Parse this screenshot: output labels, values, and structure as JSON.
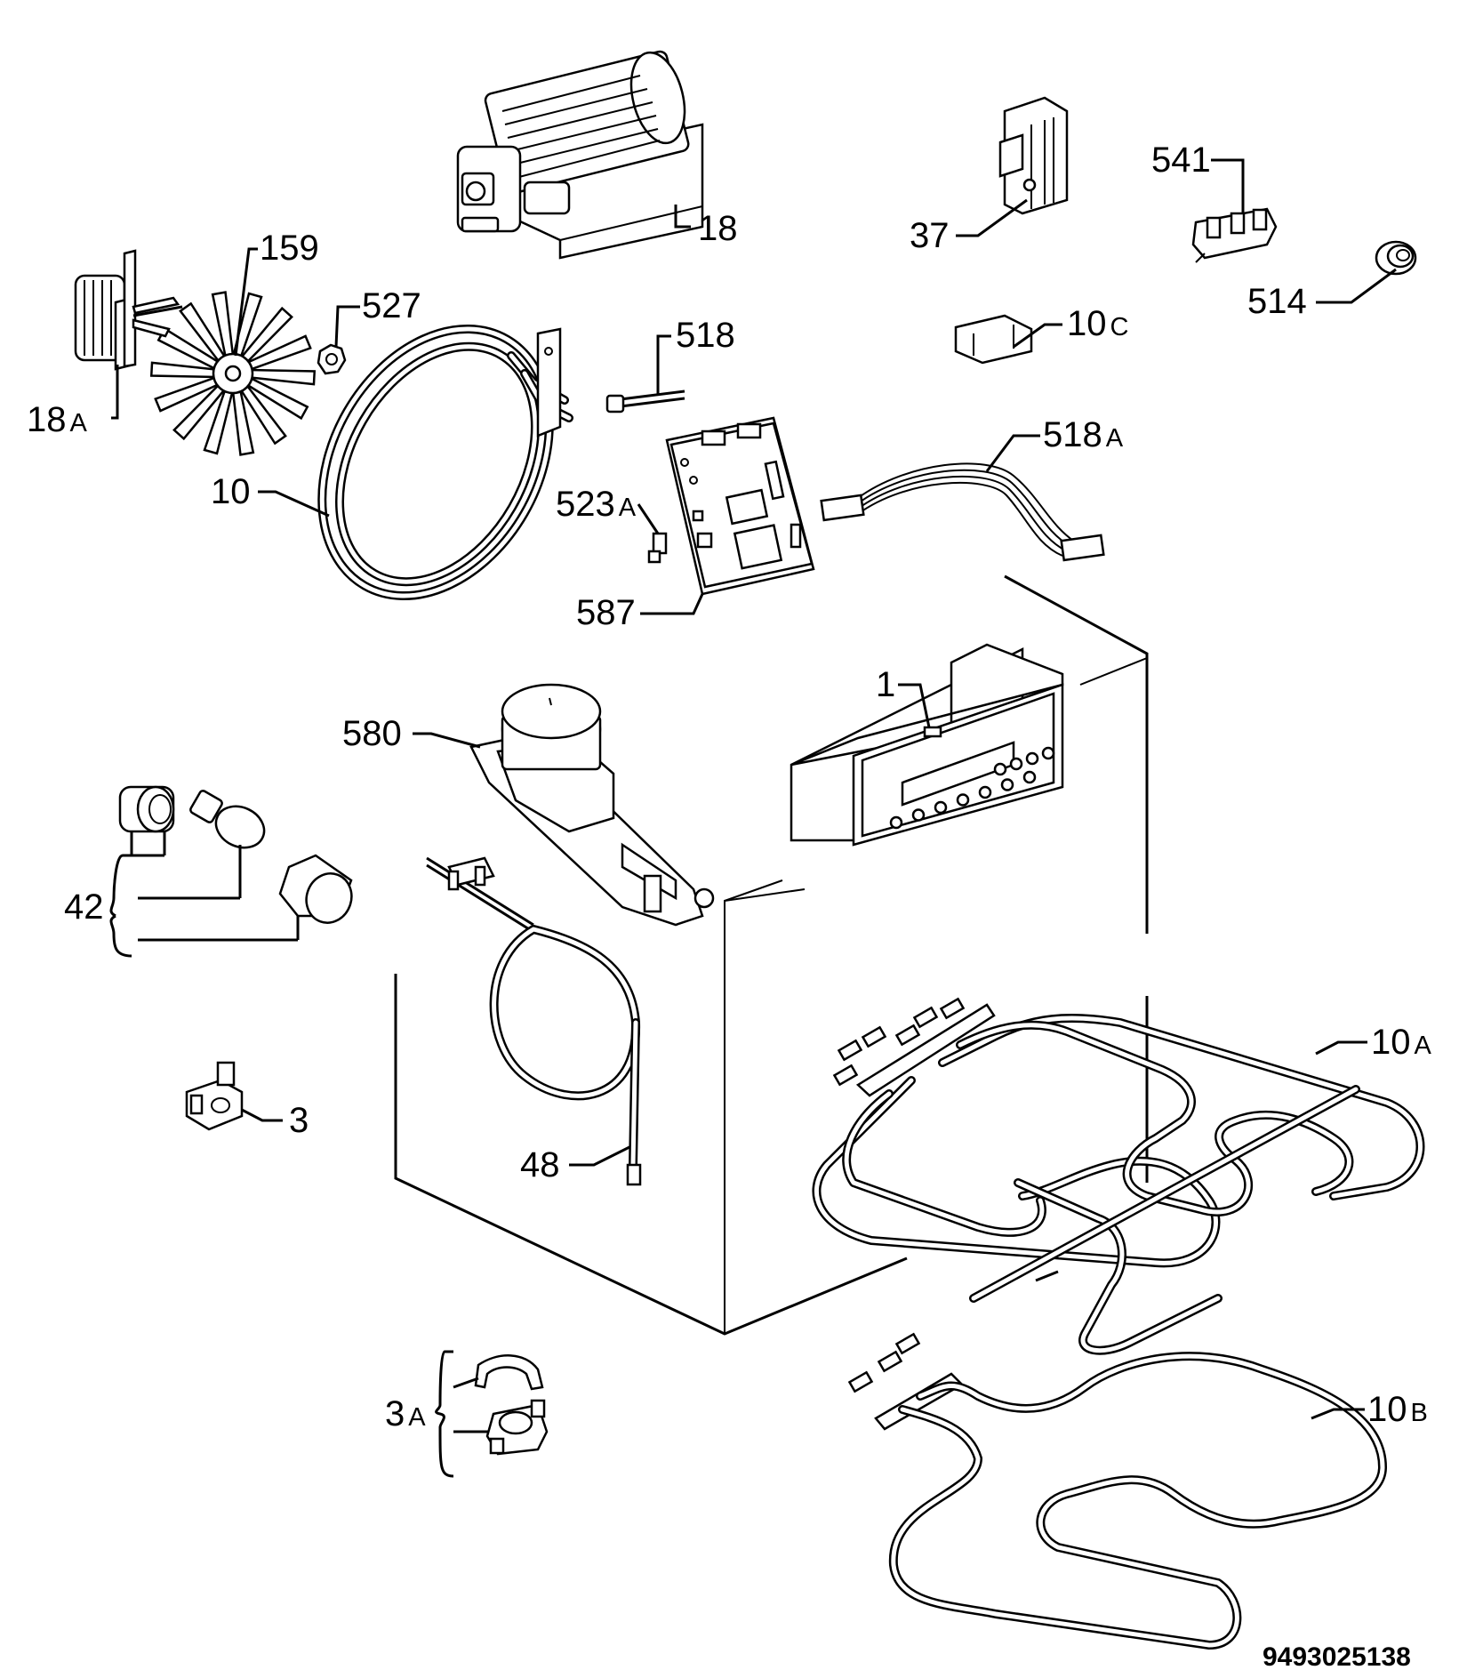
{
  "parts": [
    {
      "id": "p18",
      "num": "18",
      "suffix": ""
    },
    {
      "id": "p159",
      "num": "159",
      "suffix": ""
    },
    {
      "id": "p527",
      "num": "527",
      "suffix": ""
    },
    {
      "id": "p18a",
      "num": "18",
      "suffix": "A"
    },
    {
      "id": "p10",
      "num": "10",
      "suffix": ""
    },
    {
      "id": "p518",
      "num": "518",
      "suffix": ""
    },
    {
      "id": "p523a",
      "num": "523",
      "suffix": "A"
    },
    {
      "id": "p587",
      "num": "587",
      "suffix": ""
    },
    {
      "id": "p518a",
      "num": "518",
      "suffix": "A"
    },
    {
      "id": "p37",
      "num": "37",
      "suffix": ""
    },
    {
      "id": "p541",
      "num": "541",
      "suffix": ""
    },
    {
      "id": "p514",
      "num": "514",
      "suffix": ""
    },
    {
      "id": "p10c",
      "num": "10",
      "suffix": "C"
    },
    {
      "id": "p1",
      "num": "1",
      "suffix": ""
    },
    {
      "id": "p580",
      "num": "580",
      "suffix": ""
    },
    {
      "id": "p42",
      "num": "42",
      "suffix": ""
    },
    {
      "id": "p3",
      "num": "3",
      "suffix": ""
    },
    {
      "id": "p48",
      "num": "48",
      "suffix": ""
    },
    {
      "id": "p10a",
      "num": "10",
      "suffix": "A"
    },
    {
      "id": "p3a",
      "num": "3",
      "suffix": "A"
    },
    {
      "id": "p10b",
      "num": "10",
      "suffix": "B"
    }
  ],
  "reference_number": "9493025138"
}
